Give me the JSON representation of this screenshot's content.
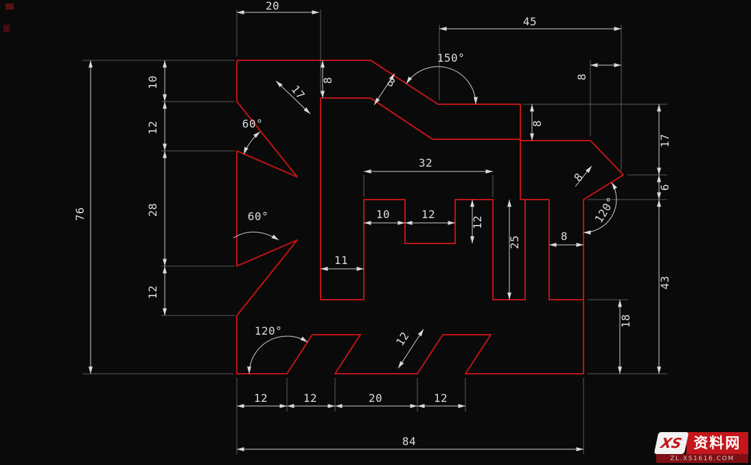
{
  "drawing": {
    "dims": {
      "d20_top": "20",
      "d45_top": "45",
      "a150": "150°",
      "d8_top_notch": "8",
      "d8_diag_top": "8",
      "d17_slot": "17",
      "a60_top_left": "60°",
      "d10_left": "10",
      "d12_left_upper": "12",
      "d28_left": "28",
      "d12_left_lower": "12",
      "d76_left": "76",
      "a60_mid_left": "60°",
      "d8_top_right": "8",
      "d8_step_right": "8",
      "d17_right": "17",
      "d6_right": "6",
      "a120_right": "120°",
      "d8_diag_right": "8",
      "d8_mid_right": "8",
      "d43_right": "43",
      "d18_right": "18",
      "d32_mid": "32",
      "d10_mid": "10",
      "d12_mid": "12",
      "d12_mid_v": "12",
      "d25_mid": "25",
      "d11_mid": "11",
      "a120_bottom": "120°",
      "d12_diag_bottom": "12",
      "d12_bottom_1": "12",
      "d12_bottom_2": "12",
      "d20_bottom": "20",
      "d12_bottom_3": "12",
      "d84_bottom": "84"
    },
    "colors": {
      "outline": "#c01414",
      "dimension": "#d8d8d8",
      "background": "#0a0a0b"
    }
  },
  "watermark": {
    "logo": "XS",
    "site_name": "资料网",
    "url": "ZL.XS1616.COM"
  }
}
